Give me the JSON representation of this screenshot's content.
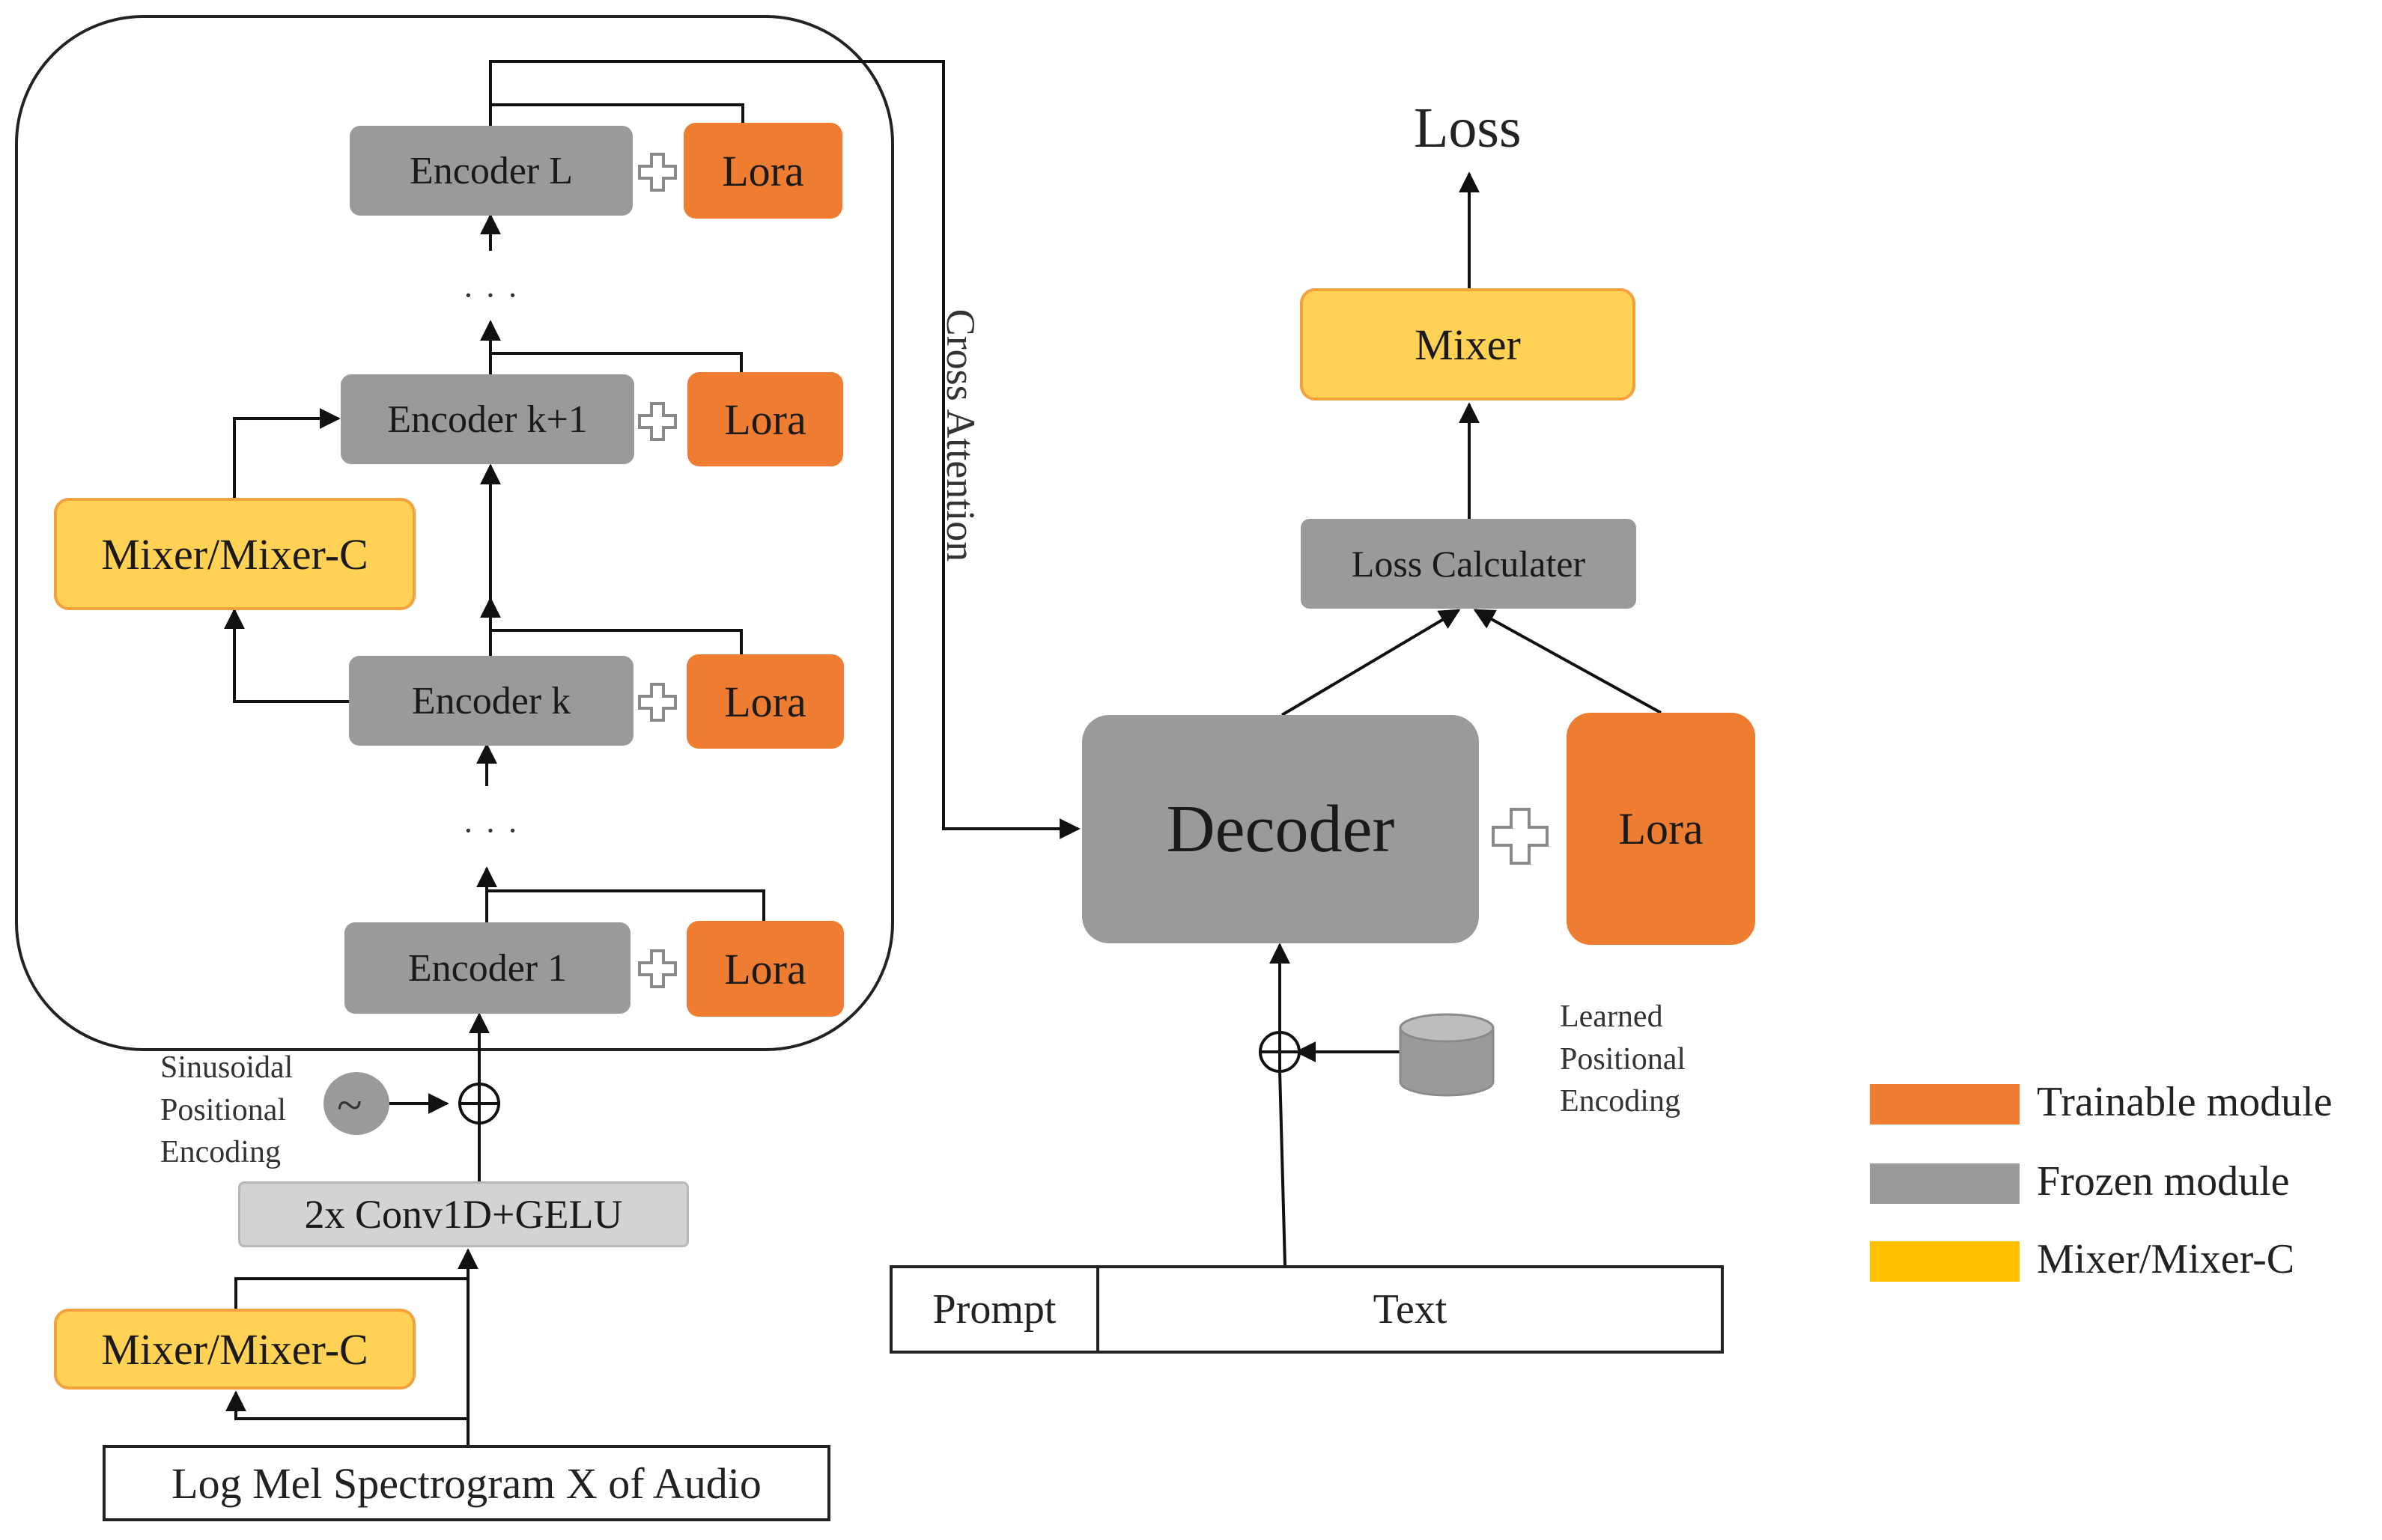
{
  "encoders": {
    "encoder_l": "Encoder L",
    "encoder_k1": "Encoder k+1",
    "encoder_k": "Encoder k",
    "encoder_1": "Encoder 1",
    "lora": "Lora",
    "dots": "· · ·"
  },
  "mixer_upper": "Mixer/Mixer-C",
  "mixer_lower": "Mixer/Mixer-C",
  "sinusoidal_label": "Sinusoidal\nPositional\nEncoding",
  "tilde": "~",
  "conv": "2x Conv1D+GELU",
  "input": "Log Mel Spectrogram X of Audio",
  "cross_attention": "Cross Attention",
  "decoder": "Decoder",
  "decoder_lora": "Lora",
  "learned_label": "Learned\nPositional\nEncoding",
  "prompt": "Prompt",
  "text": "Text",
  "loss_calculater": "Loss Calculater",
  "mixer_top": "Mixer",
  "loss": "Loss",
  "legend": {
    "trainable": "Trainable module",
    "frozen": "Frozen module",
    "mixer": "Mixer/Mixer-C"
  },
  "colors": {
    "trainable": "#ee7d31",
    "frozen": "#9a9a9a",
    "mixer": "#ffc000"
  }
}
